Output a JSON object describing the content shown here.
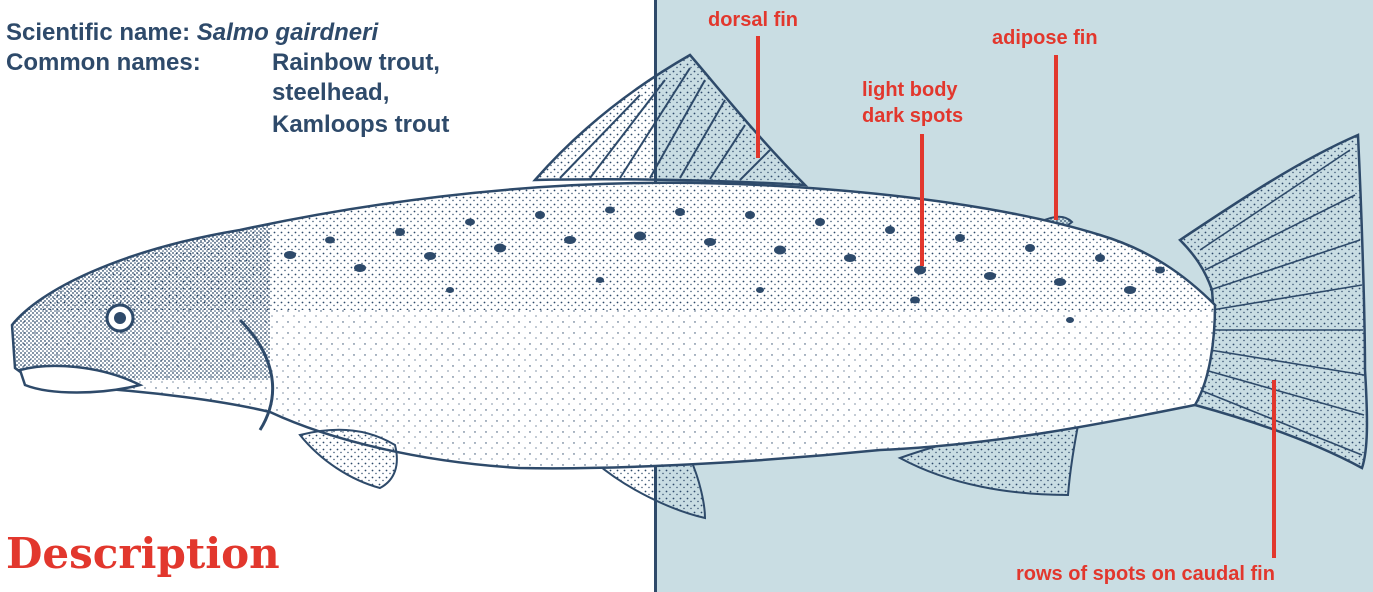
{
  "header": {
    "scientific_label": "Scientific name: ",
    "scientific_value": "Salmo gairdneri",
    "common_label": "Common names:",
    "common_names": [
      "Rainbow trout,",
      "steelhead,",
      "Kamloops trout"
    ]
  },
  "labels": {
    "dorsal_fin": "dorsal fin",
    "adipose_fin": "adipose fin",
    "light_body_line1": "light body",
    "light_body_line2": "dark spots",
    "caudal_spots": "rows of spots on caudal fin"
  },
  "section_heading": "Description",
  "colors": {
    "ink": "#2e4a6a",
    "accent": "#e2372d",
    "panel": "#c9dde3"
  }
}
